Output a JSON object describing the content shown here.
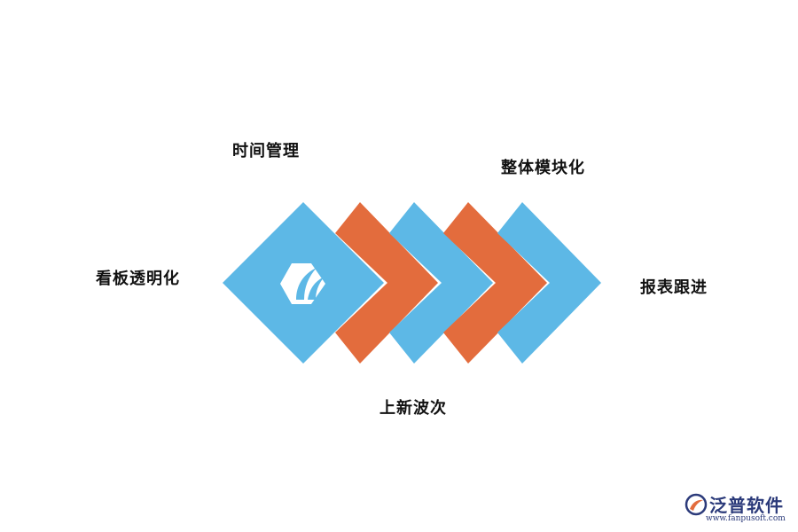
{
  "labels": {
    "time": "时间管理",
    "module": "整体模块化",
    "kanban": "看板透明化",
    "report": "报表跟进",
    "batch": "上新波次"
  },
  "colors": {
    "blue": "#5db8e6",
    "orange": "#e36c3d",
    "brand": "#2b3a7a"
  },
  "icons": [
    "app-logo-icon",
    "brand-logo-icon"
  ],
  "brand": {
    "name": "泛普软件",
    "url": "www.fanpusoft.com"
  }
}
